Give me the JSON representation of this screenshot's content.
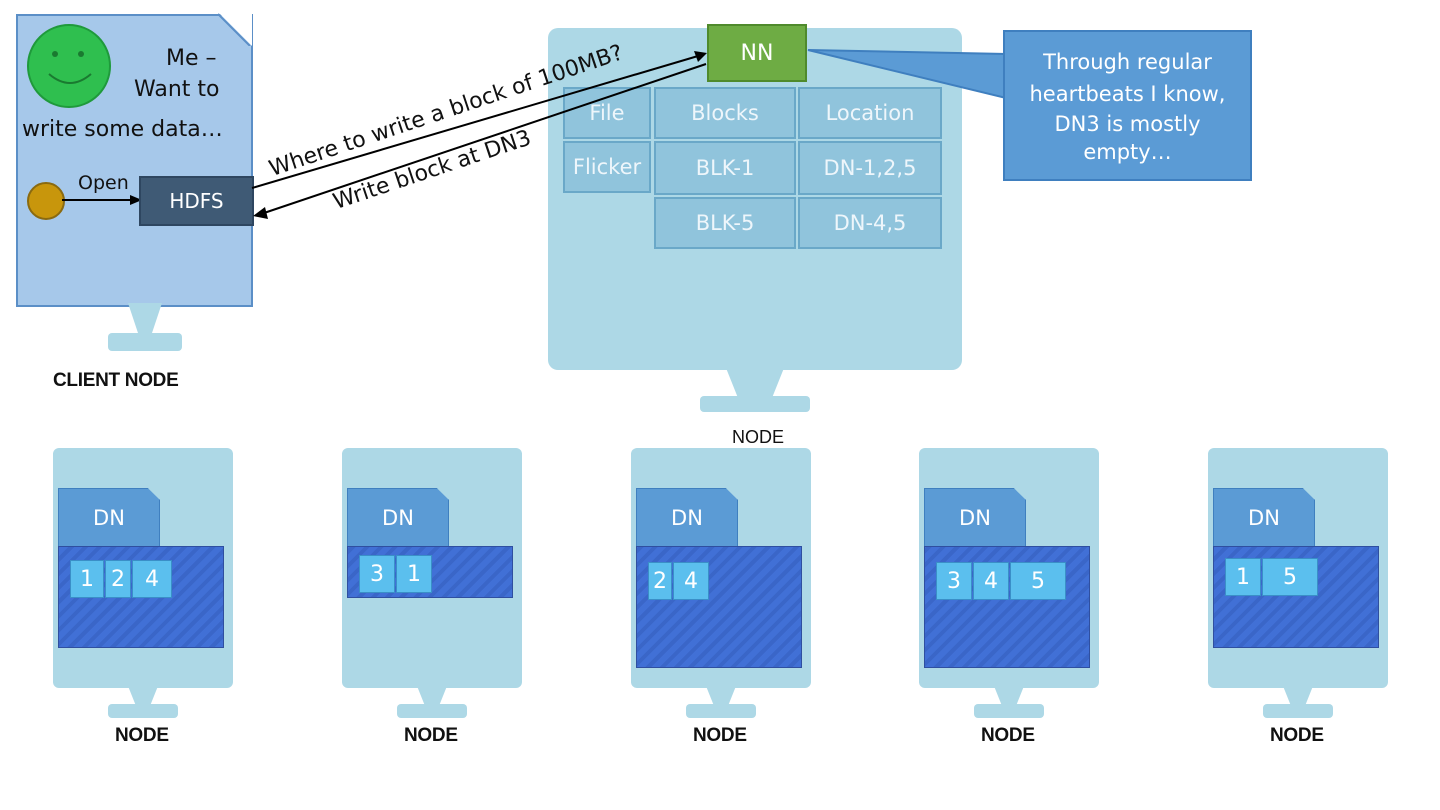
{
  "client": {
    "thought_line1": "Me –",
    "thought_line2": "Want to",
    "thought_line3": "write some data…",
    "open_label": "Open",
    "hdfs_label": "HDFS",
    "caption": "CLIENT NODE"
  },
  "messages": {
    "request": "Where to write a block of 100MB?",
    "response": "Write block at DN3"
  },
  "namenode": {
    "badge": "NN",
    "caption": "NODE",
    "headers": [
      "File",
      "Blocks",
      "Location"
    ],
    "file_cell": "Flicker",
    "rows": [
      {
        "block": "BLK-1",
        "location": "DN-1,2,5"
      },
      {
        "block": "BLK-5",
        "location": "DN-4,5"
      }
    ]
  },
  "callout": {
    "line1": "Through regular",
    "line2": "heartbeats I know,",
    "line3": "DN3 is mostly",
    "line4": "empty…"
  },
  "datanodes": [
    {
      "label": "DN",
      "blocks": [
        "1",
        "2",
        "4"
      ],
      "caption": "NODE"
    },
    {
      "label": "DN",
      "blocks": [
        "3",
        "1"
      ],
      "caption": "NODE"
    },
    {
      "label": "DN",
      "blocks": [
        "2",
        "4"
      ],
      "caption": "NODE"
    },
    {
      "label": "DN",
      "blocks": [
        "3",
        "4",
        "5"
      ],
      "caption": "NODE"
    },
    {
      "label": "DN",
      "blocks": [
        "1",
        "5"
      ],
      "caption": "NODE"
    }
  ],
  "colors": {
    "monitor": "#add8e6",
    "client_screen": "#a6c8ea",
    "nn_badge": "#6eac44",
    "callout": "#5b9bd5",
    "dn_body": "#4170d6",
    "block": "#5bbfee"
  }
}
